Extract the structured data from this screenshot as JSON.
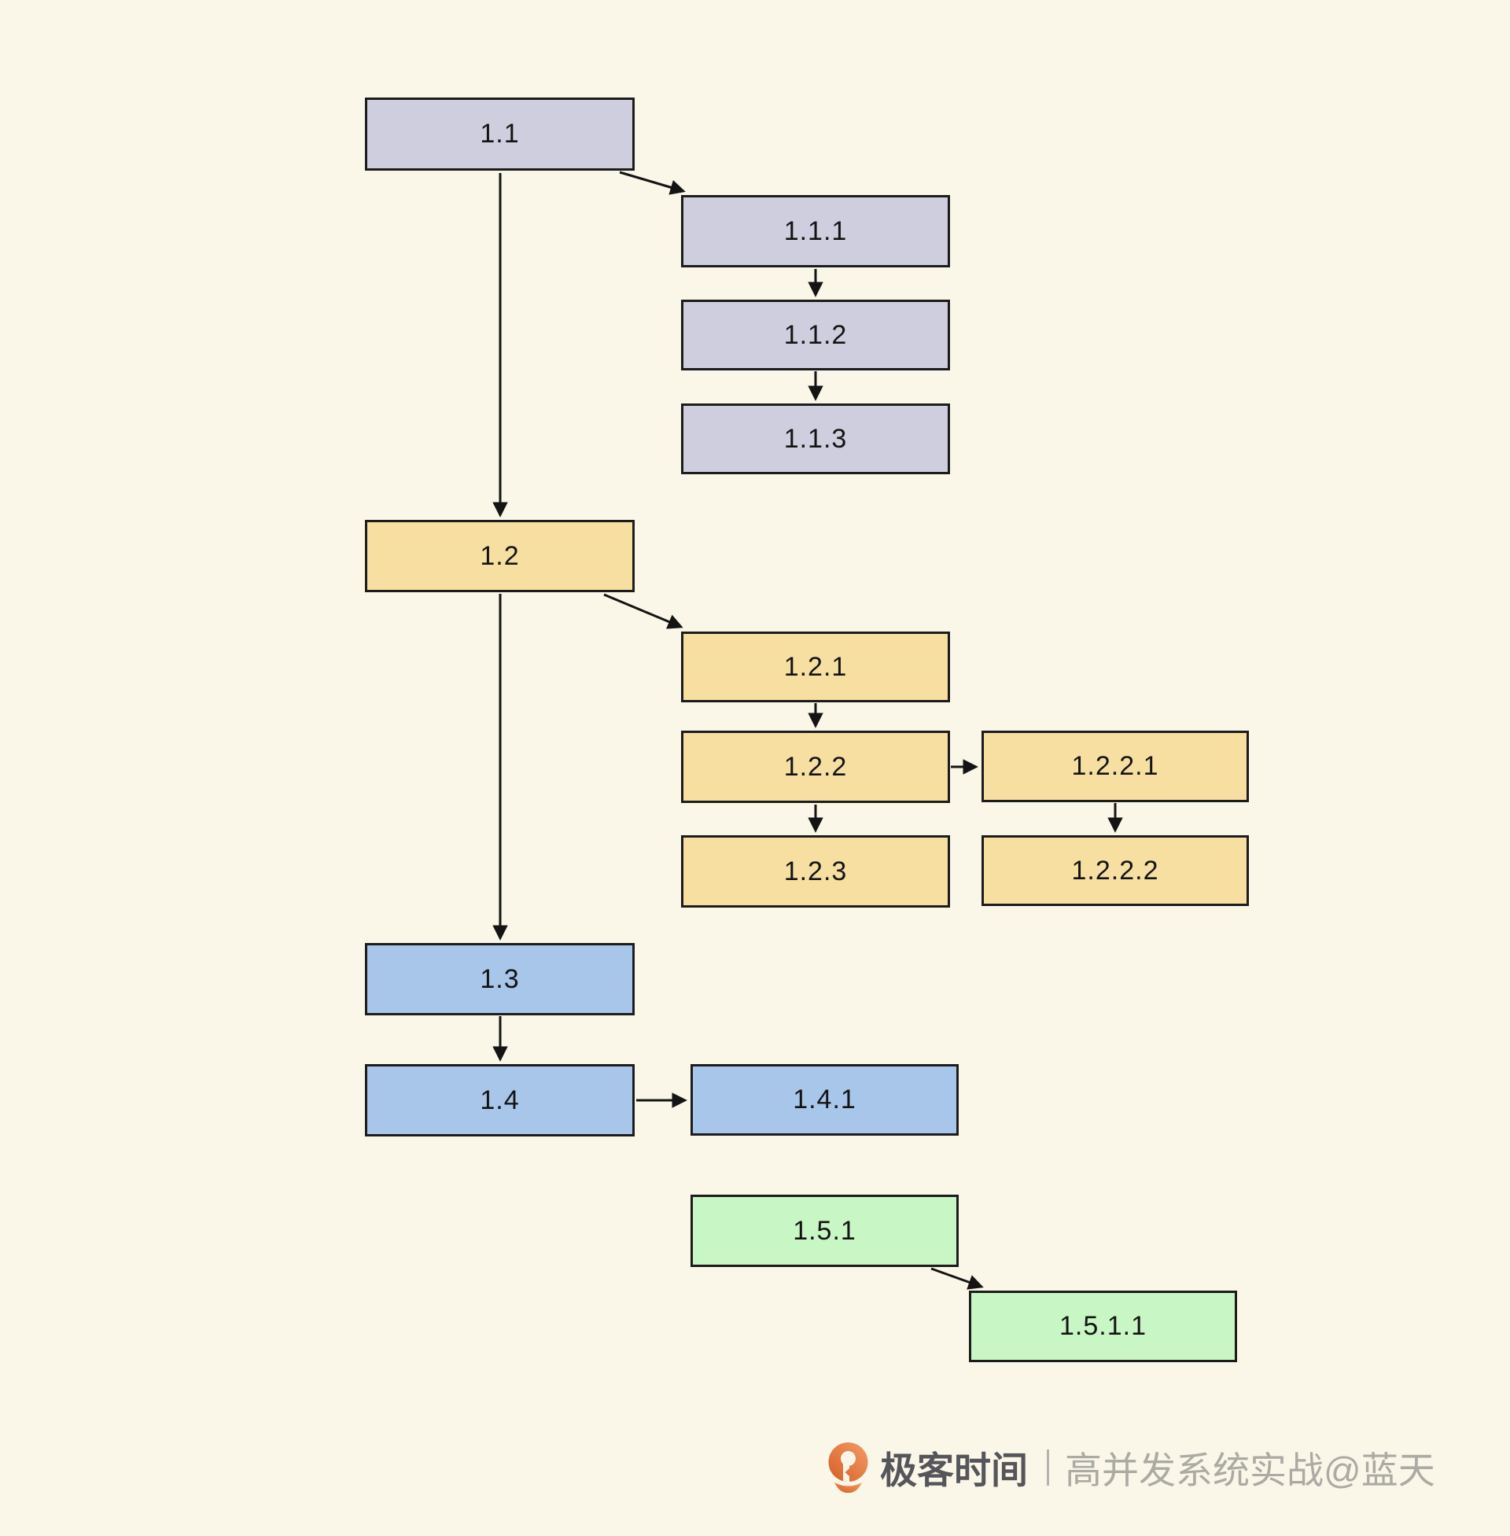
{
  "diagram": {
    "background_color": "#faf7e9",
    "border_color": "#1c1c1c",
    "line_color": "#141414",
    "group_colors": {
      "lavender": "#cfcede",
      "yellow": "#f7dfa2",
      "blue": "#a8c5ea",
      "green": "#c9f6c5"
    },
    "nodes": [
      {
        "id": "1.1",
        "label": "1.1",
        "group": "lavender"
      },
      {
        "id": "1.1.1",
        "label": "1.1.1",
        "group": "lavender"
      },
      {
        "id": "1.1.2",
        "label": "1.1.2",
        "group": "lavender"
      },
      {
        "id": "1.1.3",
        "label": "1.1.3",
        "group": "lavender"
      },
      {
        "id": "1.2",
        "label": "1.2",
        "group": "yellow"
      },
      {
        "id": "1.2.1",
        "label": "1.2.1",
        "group": "yellow"
      },
      {
        "id": "1.2.2",
        "label": "1.2.2",
        "group": "yellow"
      },
      {
        "id": "1.2.2.1",
        "label": "1.2.2.1",
        "group": "yellow"
      },
      {
        "id": "1.2.3",
        "label": "1.2.3",
        "group": "yellow"
      },
      {
        "id": "1.2.2.2",
        "label": "1.2.2.2",
        "group": "yellow"
      },
      {
        "id": "1.3",
        "label": "1.3",
        "group": "blue"
      },
      {
        "id": "1.4",
        "label": "1.4",
        "group": "blue"
      },
      {
        "id": "1.4.1",
        "label": "1.4.1",
        "group": "blue"
      },
      {
        "id": "1.5.1",
        "label": "1.5.1",
        "group": "green"
      },
      {
        "id": "1.5.1.1",
        "label": "1.5.1.1",
        "group": "green"
      }
    ],
    "edges": [
      {
        "from": "1.1",
        "to": "1.2"
      },
      {
        "from": "1.1",
        "to": "1.1.1"
      },
      {
        "from": "1.1.1",
        "to": "1.1.2"
      },
      {
        "from": "1.1.2",
        "to": "1.1.3"
      },
      {
        "from": "1.2",
        "to": "1.3"
      },
      {
        "from": "1.2",
        "to": "1.2.1"
      },
      {
        "from": "1.2.1",
        "to": "1.2.2"
      },
      {
        "from": "1.2.2",
        "to": "1.2.3"
      },
      {
        "from": "1.2.2",
        "to": "1.2.2.1"
      },
      {
        "from": "1.2.2.1",
        "to": "1.2.2.2"
      },
      {
        "from": "1.3",
        "to": "1.4"
      },
      {
        "from": "1.4",
        "to": "1.4.1"
      },
      {
        "from": "1.5.1",
        "to": "1.5.1.1"
      }
    ]
  },
  "watermark": {
    "logo": "geektime-logo",
    "logo_gradient": [
      "#d85d26",
      "#f29e66"
    ],
    "brand": "极客时间",
    "separator": "｜",
    "caption": "高并发系统实战@蓝天",
    "brand_color": "#55555a",
    "caption_color": "#abaaa3"
  }
}
